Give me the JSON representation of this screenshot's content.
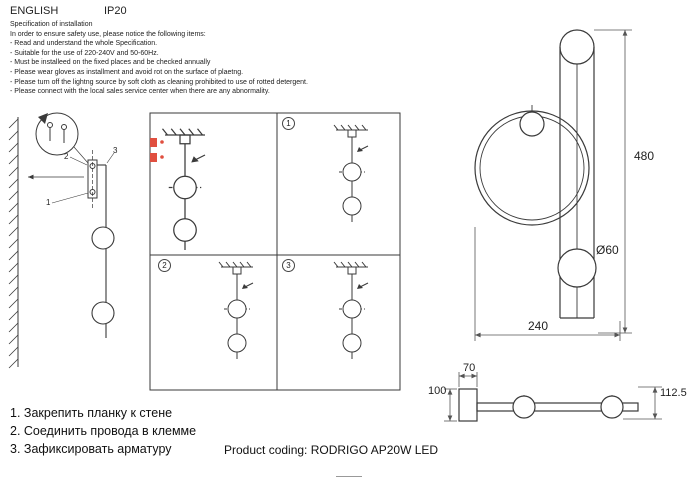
{
  "header": {
    "language": "ENGLISH",
    "ip_rating": "IP20"
  },
  "spec": {
    "title": "Specification of installation",
    "intro": "In order to ensure safety use, please notice the following items:",
    "items": [
      "- Read and understand the whole Specification.",
      "- Suitable for the use of 220-240V and 50-60Hz.",
      "- Must be installeed on the fixed places and be checked annually",
      "- Please wear gloves as installment and avoid rot on the surface of plaetng.",
      "- Please turn off the lightng source by soft cloth as cleaning prohibited to use of rotted detergent.",
      "- Please connect with the local sales service center when there are any abnormality."
    ]
  },
  "panels": {
    "p1": "1",
    "p2": "2",
    "p3": "3"
  },
  "callouts": {
    "c1": "1",
    "c2": "2",
    "c3": "3"
  },
  "dimensions": {
    "height": "480",
    "width": "240",
    "diameter": "Ø60",
    "top_width": "70",
    "side_height": "100",
    "side_depth": "112.5"
  },
  "steps": [
    "1. Закрепить планку к стене",
    "2. Соединить провода в клемме",
    "3. Зафиксировать арматуру"
  ],
  "product": {
    "label": "Product coding: RODRIGO AP20W LED"
  },
  "colors": {
    "highlight": "#e04f3f",
    "line": "#3a3a3a"
  }
}
